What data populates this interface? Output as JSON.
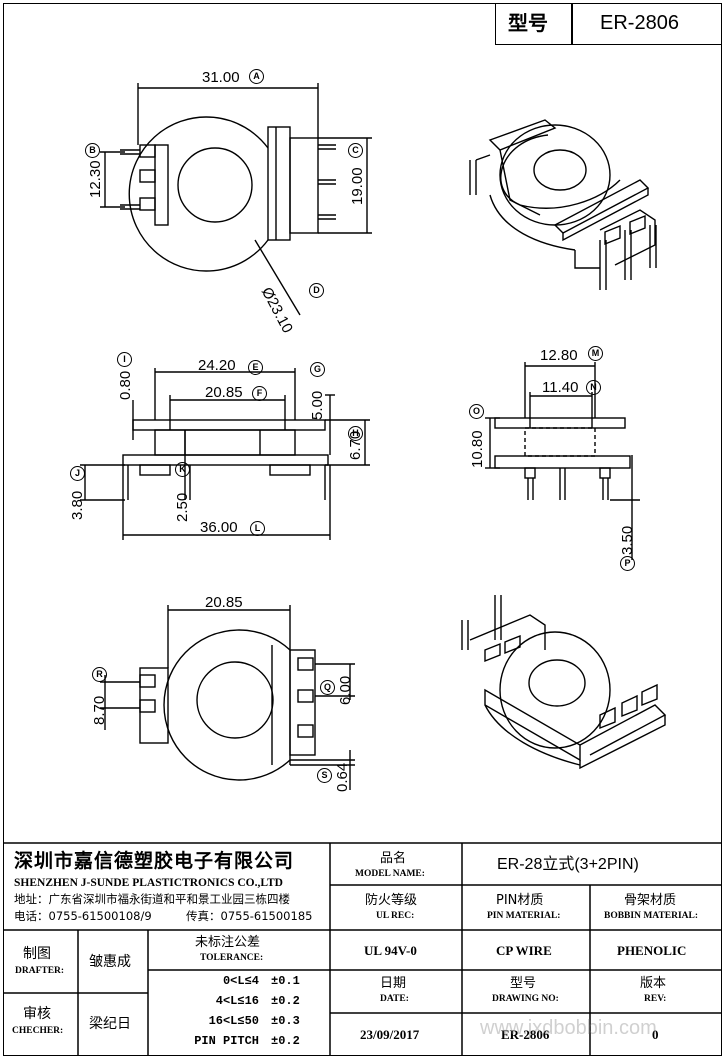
{
  "header": {
    "type_label": "型号",
    "type_value": "ER-2806"
  },
  "dims": {
    "d31": "31.00",
    "d12_30": "12.30",
    "d19": "19.00",
    "d23": "Ø23.10",
    "d24_20": "24.20",
    "d20_85": "20.85",
    "d0_80": "0.80",
    "d5": "5.00",
    "d6_70": "6.70",
    "d3_80": "3.80",
    "d2_50": "2.50",
    "d36": "36.00",
    "d12_80": "12.80",
    "d11_40": "11.40",
    "d10_80": "10.80",
    "d3_50": "3.50",
    "d20_85b": "20.85",
    "d8_70": "8.70",
    "d6_00": "6.00",
    "d0_64": "0.64"
  },
  "markers": {
    "A": "A",
    "B": "B",
    "C": "C",
    "D": "D",
    "E": "E",
    "F": "F",
    "G": "G",
    "H": "H",
    "I": "I",
    "J": "J",
    "K": "K",
    "L": "L",
    "M": "M",
    "N": "N",
    "O": "O",
    "P": "P",
    "Q": "Q",
    "R": "R",
    "S": "S"
  },
  "company": {
    "name_cn": "深圳市嘉信德塑胶电子有限公司",
    "name_en": "SHENZHEN J-SUNDE PLASTICTRONICS CO.,LTD",
    "address": "地址：广东省深圳市福永街道和平和景工业园三栋四楼",
    "tel": "电话：0755-61500108/9",
    "fax": "传真：0755-61500185"
  },
  "title_block": {
    "model_cn": "品名",
    "model_en": "MODEL NAME:",
    "model_value": "ER-28立式(3+2PIN)",
    "ul_cn": "防火等级",
    "ul_en": "UL REC:",
    "ul_value": "UL 94V-0",
    "pin_cn": "PIN材质",
    "pin_en": "PIN MATERIAL:",
    "pin_value": "CP WIRE",
    "bob_cn": "骨架材质",
    "bob_en": "BOBBIN MATERIAL:",
    "bob_value": "PHENOLIC",
    "drafter_cn": "制图",
    "drafter_en": "DRAFTER:",
    "drafter_name": "皱惠成",
    "checker_cn": "审核",
    "checker_en": "CHECHER:",
    "checker_name": "梁纪日",
    "tol_cn": "未标注公差",
    "tol_en": "TOLERANCE:",
    "tol_rows": [
      {
        "range": "0<L≤4",
        "val": "±0.1"
      },
      {
        "range": "4<L≤16",
        "val": "±0.2"
      },
      {
        "range": "16<L≤50",
        "val": "±0.3"
      },
      {
        "range": "PIN PITCH",
        "val": "±0.2"
      }
    ],
    "date_cn": "日期",
    "date_en": "DATE:",
    "date_value": "23/09/2017",
    "dwg_cn": "型号",
    "dwg_en": "DRAWING NO:",
    "dwg_value": "ER-2806",
    "rev_cn": "版本",
    "rev_en": "REV:",
    "rev_value": "0"
  },
  "watermark": "www.jxdbobbin.com"
}
